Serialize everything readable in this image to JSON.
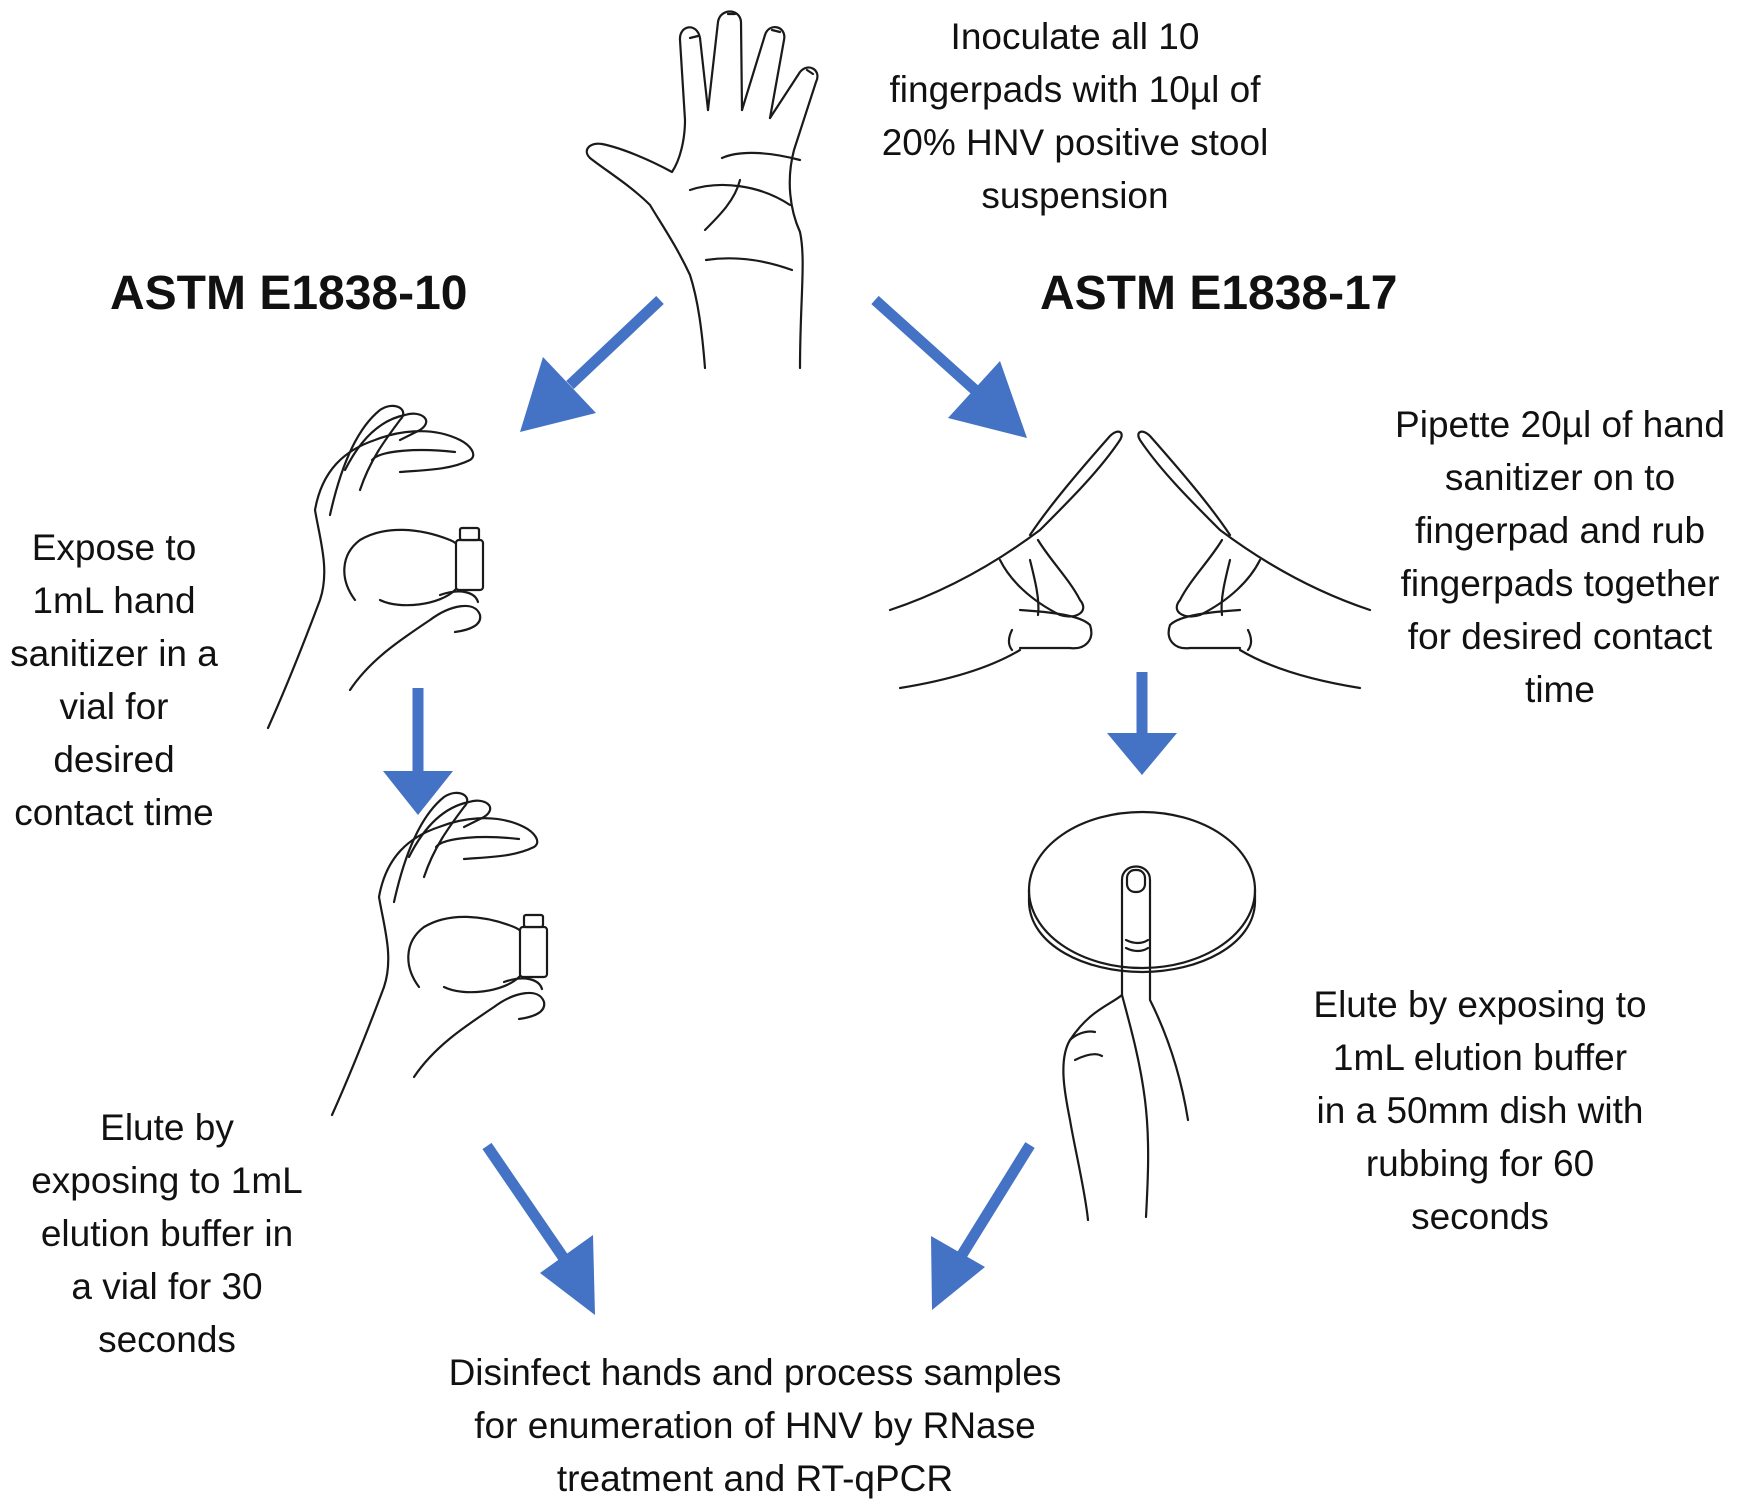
{
  "colors": {
    "arrow": "#4472C4",
    "ink": "#1a1a1a",
    "background": "#ffffff"
  },
  "inoculate": {
    "text": "Inoculate all 10\nfingerpads with 10µl of\n20% HNV positive stool\nsuspension",
    "icon": "open-hand-icon"
  },
  "left_branch": {
    "heading": "ASTM E1838-10",
    "step1": {
      "text": "Expose to\n1mL hand\nsanitizer in a\nvial for\ndesired\ncontact time",
      "icon": "hand-holding-vial-icon"
    },
    "step2": {
      "text": "Elute by\nexposing to 1mL\nelution buffer in\na vial for 30\nseconds",
      "icon": "hand-holding-vial-icon"
    }
  },
  "right_branch": {
    "heading": "ASTM E1838-17",
    "step1": {
      "text": "Pipette 20µl of hand\nsanitizer on to\nfingerpad and rub\nfingerpads together\nfor desired contact\ntime",
      "icon": "fingers-rubbing-icon"
    },
    "step2": {
      "text": "Elute by exposing to\n1mL elution buffer\nin a 50mm dish with\nrubbing for 60\nseconds",
      "icon": "finger-in-dish-icon"
    }
  },
  "final": {
    "text": "Disinfect hands and process samples\nfor enumeration of HNV by RNase\ntreatment and RT-qPCR"
  }
}
